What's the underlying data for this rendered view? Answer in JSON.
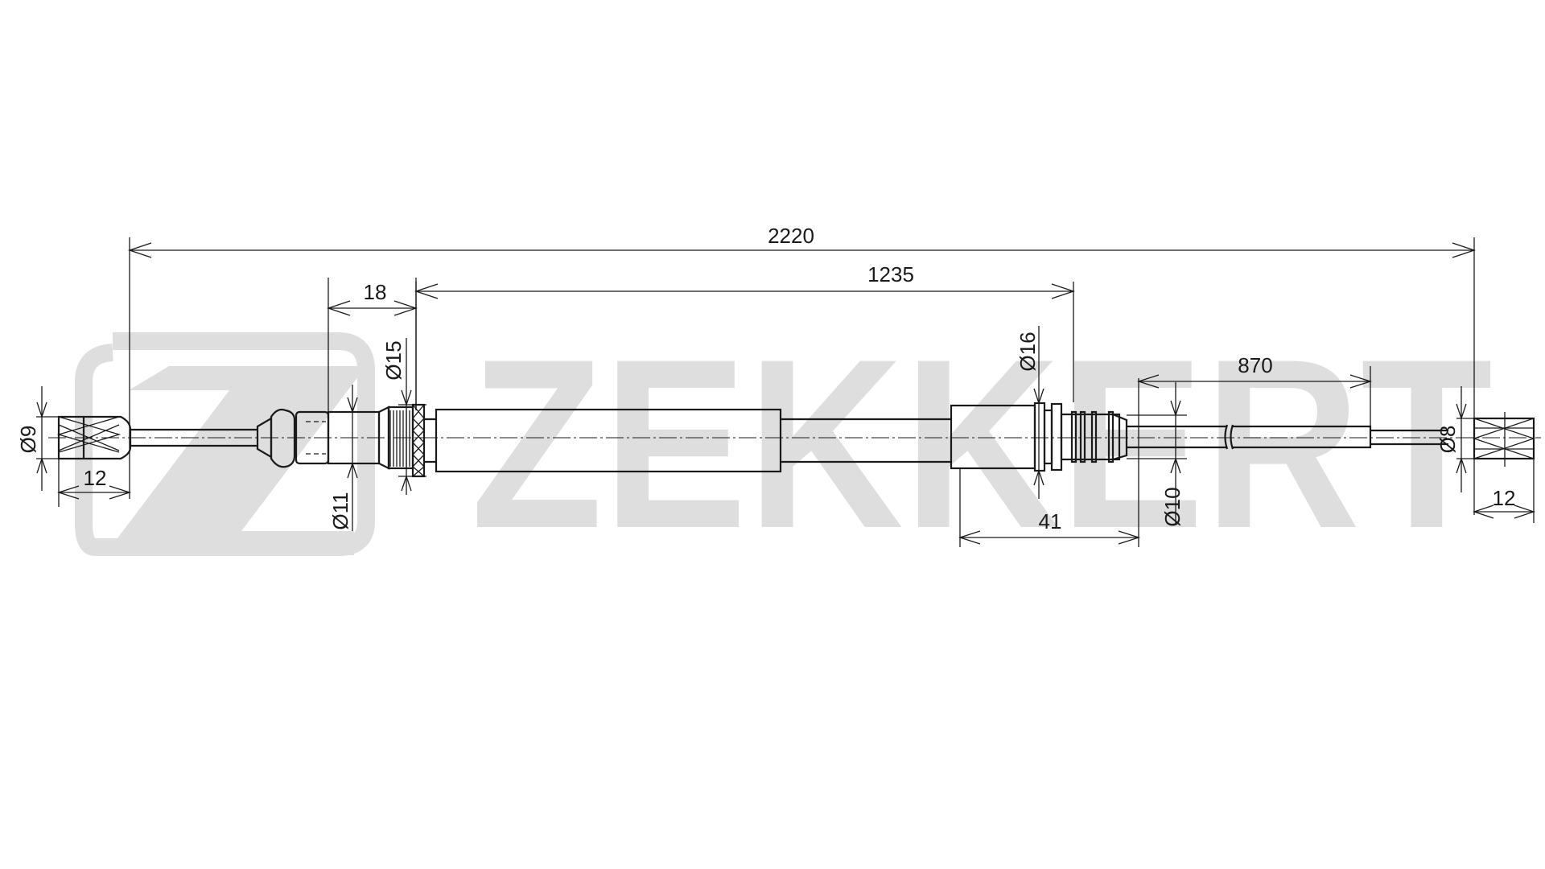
{
  "watermark": {
    "brand": "ZEKKERT",
    "logo_glyph": "Z",
    "color": "#dedede"
  },
  "drawing": {
    "subject": "cable assembly technical drawing",
    "line_color": "#1a1a1a",
    "dimensions": {
      "overall_length": "2220",
      "inner_length": "1235",
      "left_collar_length": "18",
      "right_housing_length": "41",
      "right_sheath_length": "870",
      "left_end_length": "12",
      "right_end_length": "12",
      "left_end_diameter": "Ø9",
      "left_collar_diameter": "Ø11",
      "flange_diameter": "Ø15",
      "right_flange_diameter": "Ø16",
      "right_sheath_diameter": "Ø10",
      "right_end_diameter": "Ø8"
    }
  }
}
